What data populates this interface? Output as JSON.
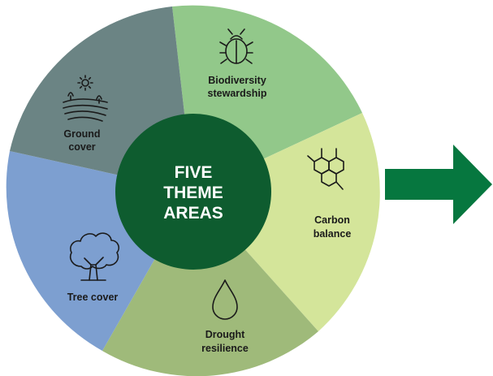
{
  "center": {
    "lines": [
      "FIVE",
      "THEME",
      "AREAS"
    ],
    "color": "#0e5c2f"
  },
  "segments": [
    {
      "id": "biodiversity",
      "lines": [
        "Biodiversity",
        "stewardship"
      ],
      "color": "#92c88a",
      "icon": "beetle-icon"
    },
    {
      "id": "carbon",
      "lines": [
        "Carbon",
        "balance"
      ],
      "color": "#d4e59a",
      "icon": "molecule-icon"
    },
    {
      "id": "drought",
      "lines": [
        "Drought",
        "resilience"
      ],
      "color": "#9fba7a",
      "icon": "water-drop-icon"
    },
    {
      "id": "tree",
      "lines": [
        "Tree cover"
      ],
      "color": "#7d9fd0",
      "icon": "tree-icon"
    },
    {
      "id": "ground",
      "lines": [
        "Ground",
        "cover"
      ],
      "color": "#6b8484",
      "icon": "field-sun-icon"
    }
  ],
  "arrow": {
    "color": "#06773f",
    "icon": "right-arrow-icon"
  }
}
